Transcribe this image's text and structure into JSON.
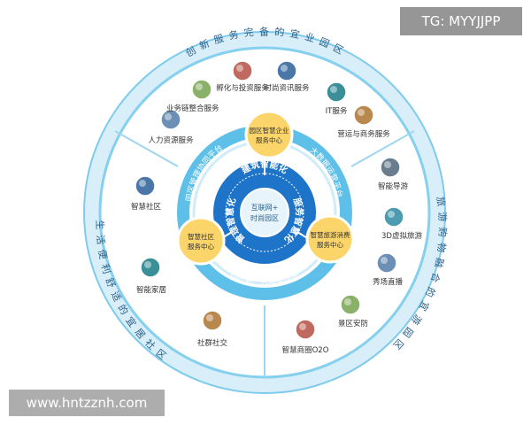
{
  "outer_ring": {
    "top_label": "创新服务完备的宜业园区",
    "right_label": "旅游购物融合的宜游园区",
    "left_label": "生活便利舒适的宜居社区"
  },
  "services_top": [
    {
      "label": "人力资源服务",
      "icon": "people-icon"
    },
    {
      "label": "业务链整合服务",
      "icon": "chain-icon"
    },
    {
      "label": "孵化与投资服务",
      "icon": "incubation-icon"
    },
    {
      "label": "时尚资讯服务",
      "icon": "fashion-icon"
    },
    {
      "label": "IT服务",
      "icon": "it-icon"
    },
    {
      "label": "营运与商务服务",
      "icon": "globe-icon"
    }
  ],
  "services_right": [
    {
      "label": "智能导游",
      "icon": "guide-icon"
    },
    {
      "label": "3D虚拟旅游",
      "icon": "vr-icon"
    },
    {
      "label": "秀场直播",
      "icon": "stage-icon"
    },
    {
      "label": "景区安防",
      "icon": "security-icon"
    },
    {
      "label": "智慧商圈O2O",
      "icon": "shopping-icon"
    }
  ],
  "services_left": [
    {
      "label": "智慧社区",
      "icon": "community-icon"
    },
    {
      "label": "智能家居",
      "icon": "home-icon"
    },
    {
      "label": "社群社交",
      "icon": "social-icon"
    }
  ],
  "middle_ring": {
    "platform_right": "大数据运营平台",
    "platform_left": "园区管理协同平台",
    "platform_bottom": "园区新一代基础设施"
  },
  "centers": {
    "enterprise": "园区智慧企业服务中心",
    "tourism": "智慧旅游消费服务中心",
    "community": "智慧社区服务中心"
  },
  "inner_ring": {
    "top": "建筑智能化",
    "right": "服务智慧化",
    "left": "管理智慧化"
  },
  "core": {
    "line1": "互联网+",
    "line2": "时尚园区"
  },
  "colors": {
    "ring_light": "#cfe9f6",
    "ring_mid": "#5ec0e8",
    "ring_blue": "#1d74c9",
    "center_yellow": "#fbd56a",
    "text_dark": "#333333",
    "text_white": "#ffffff"
  },
  "overlays": {
    "tag": "TG: MYYJJPP",
    "url": "www.hntzznh.com"
  }
}
